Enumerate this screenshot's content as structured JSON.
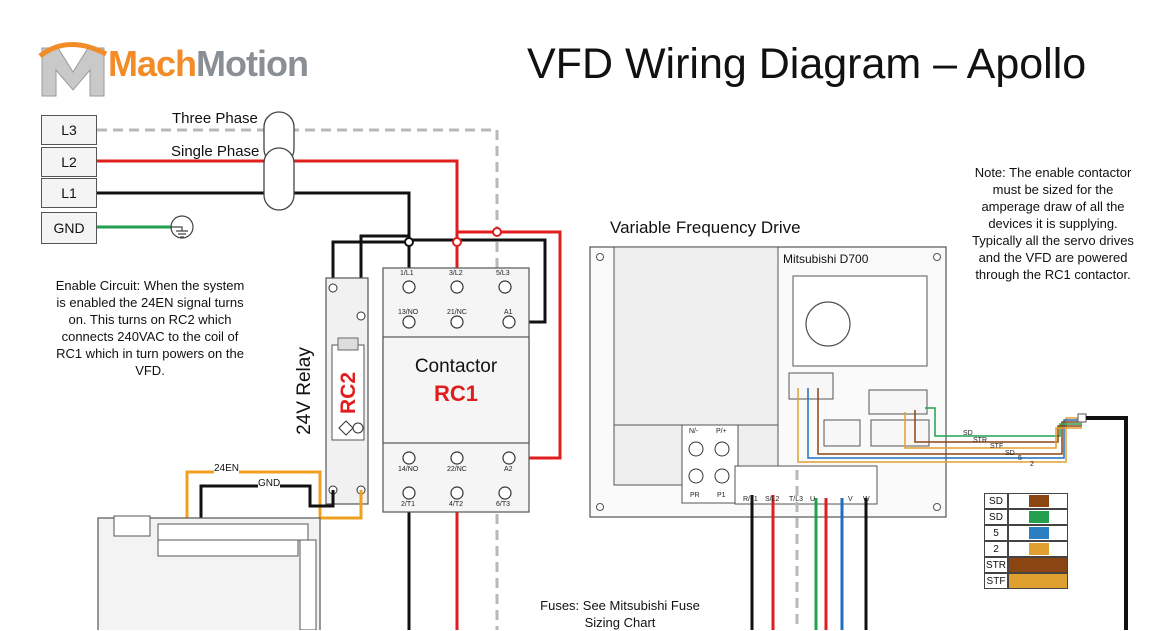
{
  "title": "VFD Wiring Diagram – Apollo",
  "logo": {
    "part1": "Mach",
    "part2": "Motion"
  },
  "supply_terminals": [
    "L3",
    "L2",
    "L1",
    "GND"
  ],
  "labels": {
    "three_phase": "Three Phase",
    "single_phase": "Single Phase",
    "vfd_heading": "Variable Frequency Drive",
    "vfd_model": "Mitsubishi D700",
    "relay_caption": "24V Relay",
    "relay_id": "RC2",
    "contactor_name": "Contactor",
    "contactor_id": "RC1",
    "wire_24en": "24EN",
    "wire_gnd": "GND"
  },
  "notes": {
    "enable_circuit": "Enable Circuit: When the system is enabled the 24EN signal turns on. This turns on RC2 which connects 240VAC to the coil of RC1 which in turn powers on the VFD.",
    "enable_contactor": "Note: The enable contactor must be sized for the amperage draw of all the devices it is supplying. Typically all the servo drives and the VFD are powered through the RC1 contactor.",
    "fuses_line1": "Fuses: See Mitsubishi Fuse",
    "fuses_line2": "Sizing Chart"
  },
  "contactor_terminals": {
    "top": [
      "1/L1",
      "3/L2",
      "5/L3"
    ],
    "aux_top": [
      "13/NO",
      "21/NC",
      "A1"
    ],
    "aux_bottom": [
      "14/NO",
      "22/NC",
      "A2"
    ],
    "bottom": [
      "2/T1",
      "4/T2",
      "6/T3"
    ]
  },
  "vfd_terminals": {
    "dc": [
      "N/-",
      "P/+"
    ],
    "brake": [
      "PR",
      "P1"
    ],
    "power": [
      "R/L1",
      "S/L2",
      "T/L3",
      "U",
      "V",
      "W"
    ]
  },
  "signal_wires": [
    "SD",
    "STR",
    "STF",
    "SD",
    "5",
    "2"
  ],
  "legend": [
    {
      "key": "SD",
      "color": "#8b4513"
    },
    {
      "key": "SD",
      "color": "#22a050"
    },
    {
      "key": "5",
      "color": "#2a7fc0"
    },
    {
      "key": "2",
      "color": "#e0a030"
    },
    {
      "key": "STR",
      "color": "#8b4513"
    },
    {
      "key": "STF",
      "color": "#e0a030"
    }
  ],
  "colors": {
    "red": "#e01e1e",
    "black": "#111111",
    "green": "#22a050",
    "blue": "#1e6fc0",
    "orange": "#f0a020",
    "gray_dash": "#b0b0b0"
  }
}
